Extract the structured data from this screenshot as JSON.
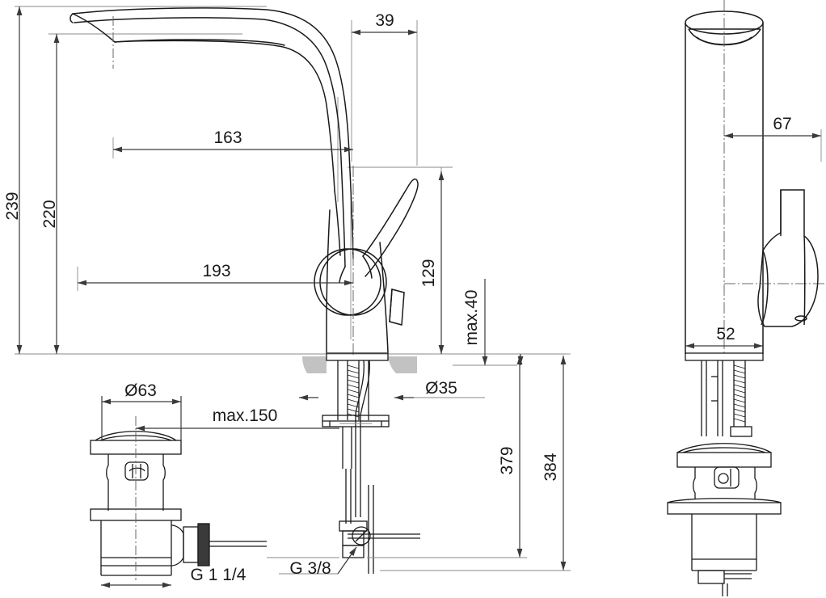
{
  "drawing": {
    "title": "Basin mixer tap technical dimension drawing",
    "units": "mm",
    "line_color": "#1a1a1a",
    "dim_line_color": "#4a4a4a",
    "hatch_color": "#b8b8b8",
    "background": "#ffffff",
    "views": [
      {
        "id": "side-view",
        "name": "side elevation of mixer tap"
      },
      {
        "id": "front-view",
        "name": "front elevation of mixer tap"
      },
      {
        "id": "waste-view",
        "name": "pop-up waste assembly side view"
      },
      {
        "id": "waste-front-view",
        "name": "pop-up waste assembly front view"
      }
    ]
  },
  "dimensions": {
    "height_total": "239",
    "height_spout": "220",
    "reach_spout": "163",
    "reach_total": "193",
    "spout_width": "39",
    "lever_height": "129",
    "counter_thickness": "max.40",
    "waste_cap_dia": "Ø63",
    "tap_hole_dia": "Ø35",
    "hose_reach": "max.150",
    "depth_front": "67",
    "width_base": "52",
    "hose_length": "379",
    "total_length": "384",
    "waste_thread": "G 1 1/4",
    "supply_thread": "G 3/8"
  }
}
